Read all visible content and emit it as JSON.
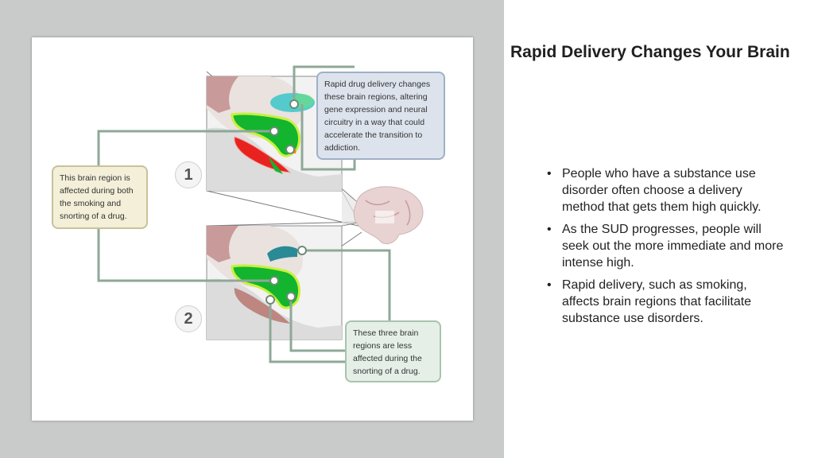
{
  "slide": {
    "title": "Rapid Delivery Changes Your Brain",
    "bullets": [
      "People who have a substance use disorder often choose a delivery method that gets them high quickly.",
      " As the SUD progresses, people will seek out the more immediate and more intense high.",
      "Rapid delivery, such as smoking, affects brain regions that facilitate substance use disorders."
    ],
    "bullet_symbol": "•"
  },
  "figure": {
    "step_one": "1",
    "step_two": "2",
    "callout_top": "Rapid drug delivery changes these brain regions, altering gene expression and neural circuitry in a way that could accelerate the transition to addiction.",
    "callout_left": "This brain region is affected during both the smoking and snorting of a drug.",
    "callout_bottom": "These three brain regions are less affected during the snorting of a drug.",
    "colors": {
      "panel_bg": "#c9cbcb",
      "region_green": "#12b52d",
      "region_red": "#e8231f",
      "region_teal": "#2a8a96",
      "region_cyan": "#39c6c9",
      "connector": "#8fa898"
    }
  }
}
